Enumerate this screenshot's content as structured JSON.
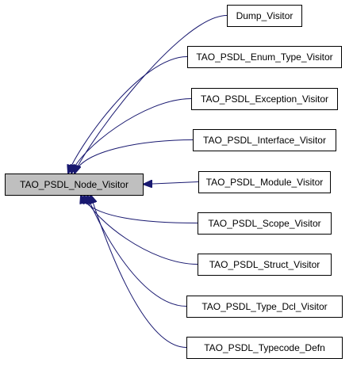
{
  "diagram": {
    "base_class": {
      "name": "TAO_PSDL_Node_Visitor",
      "fill": "#bfbfbf"
    },
    "derived_classes": [
      {
        "name": "Dump_Visitor"
      },
      {
        "name": "TAO_PSDL_Enum_Type_Visitor"
      },
      {
        "name": "TAO_PSDL_Exception_Visitor"
      },
      {
        "name": "TAO_PSDL_Interface_Visitor"
      },
      {
        "name": "TAO_PSDL_Module_Visitor"
      },
      {
        "name": "TAO_PSDL_Scope_Visitor"
      },
      {
        "name": "TAO_PSDL_Struct_Visitor"
      },
      {
        "name": "TAO_PSDL_Type_Dcl_Visitor"
      },
      {
        "name": "TAO_PSDL_Typecode_Defn"
      }
    ],
    "colors": {
      "edge": "#191970",
      "node_fill": "#ffffff",
      "border": "#000000"
    }
  }
}
